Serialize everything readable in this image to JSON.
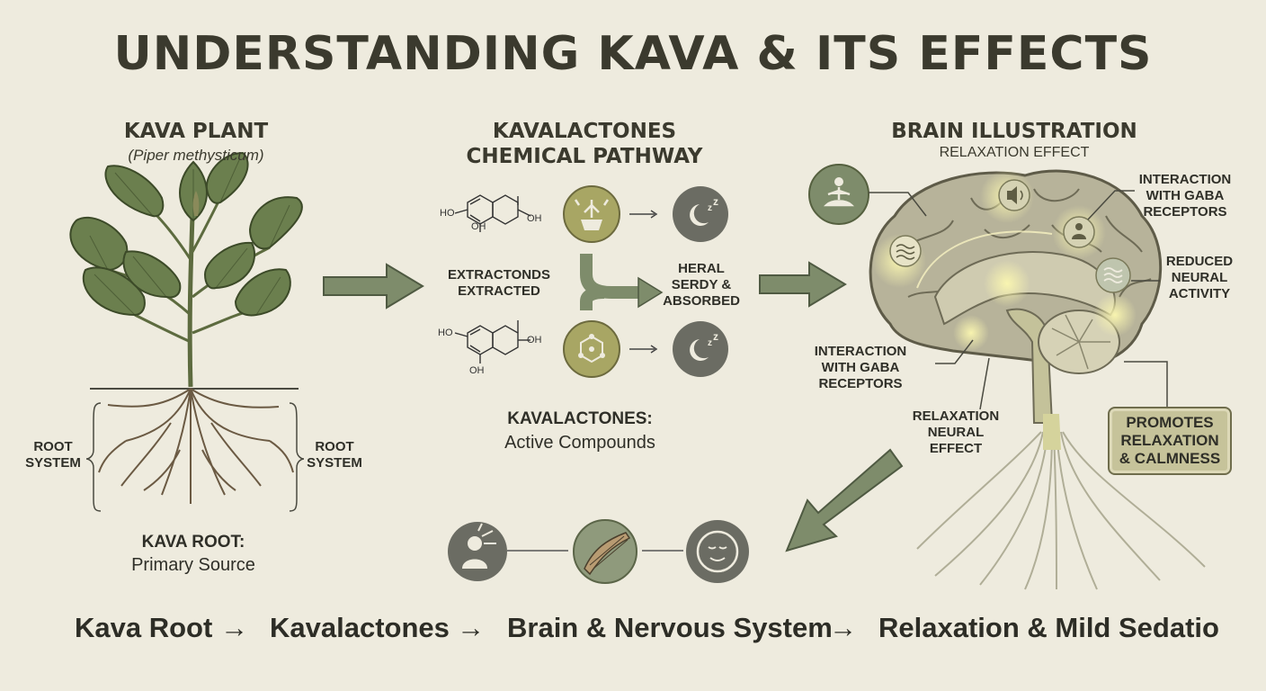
{
  "title": "UNDERSTANDING KAVA & ITS EFFECTS",
  "plant": {
    "heading": "KAVA PLANT",
    "scientific_name": "(Piper methysticum)",
    "root_label_left": "ROOT\nSYSTEM",
    "root_label_right": "ROOT\nSYSTEM",
    "root_caption": "KAVA ROOT:",
    "root_caption_sub": "Primary Source"
  },
  "chemical": {
    "heading_line1": "KAVALACTONES",
    "heading_line2": "CHEMICAL PATHWAY",
    "extract_label": "EXTRACTONDS\nEXTRACTED",
    "absorb_label": "HERAL\nSERDY &\nABSORBED",
    "caption": "KAVALACTONES:",
    "caption_sub": "Active Compounds",
    "molecule_groups": [
      "HO",
      "OH",
      "OH",
      "HO",
      "OH",
      "OH"
    ],
    "icons": [
      "extraction-icon",
      "sleep-moon-icon",
      "molecule-icon",
      "sleep-moon-icon"
    ]
  },
  "brain": {
    "heading": "BRAIN ILLUSTRATION",
    "subheading": "RELAXATION EFFECT",
    "callout_top_right": "INTERACTION\nWITH GABA\nRECEPTORS",
    "callout_right": "REDUCED\nNEURAL\nACTIVITY",
    "callout_left": "INTERACTION\nWITH GABA\nRECEPTORS",
    "callout_bottom": "RELAXATION\nNEURAL\nEFFECT",
    "promo_box": "PROMOTES\nRELAXATION\n& CALMNESS",
    "icons": [
      "meditation-icon",
      "sound-icon",
      "person-icon",
      "wave-icon",
      "wave-icon"
    ]
  },
  "effects_icons": [
    "stressed-person-icon",
    "muscle-relax-icon",
    "calm-face-icon"
  ],
  "flow": [
    "Kava Root",
    "Kavalactones",
    "Brain & Nervous System",
    "Relaxation & Mild Sedatio"
  ],
  "colors": {
    "background": "#eeebde",
    "leaf": "#6b7f4e",
    "arrow": "#7e8c6b",
    "accent": "#a8a664",
    "dark": "#3b3a2e",
    "promo": "#c6c39a"
  }
}
